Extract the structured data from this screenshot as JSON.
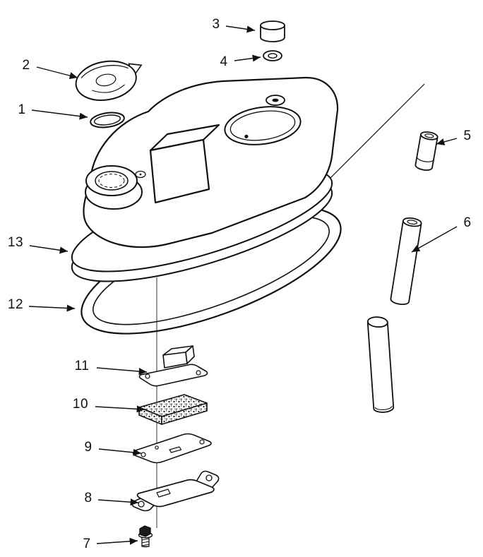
{
  "page": {
    "background": "#ffffff",
    "ink": "#111111"
  },
  "diagram": {
    "type": "exploded-parts-diagram",
    "description_visible_text": "numbered part callouts only",
    "callouts": [
      {
        "label": "1"
      },
      {
        "label": "2"
      },
      {
        "label": "3"
      },
      {
        "label": "4"
      },
      {
        "label": "5"
      },
      {
        "label": "6"
      },
      {
        "label": "7"
      },
      {
        "label": "8"
      },
      {
        "label": "9"
      },
      {
        "label": "10"
      },
      {
        "label": "11"
      },
      {
        "label": "12"
      },
      {
        "label": "13"
      }
    ]
  }
}
